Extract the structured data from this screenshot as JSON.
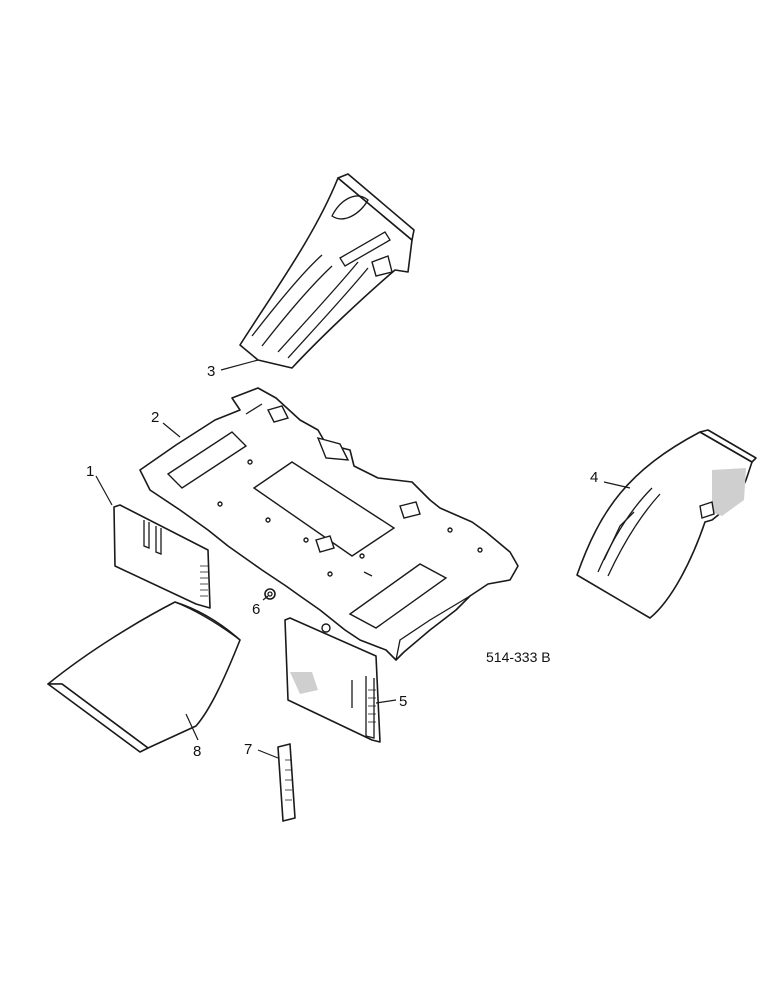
{
  "callouts": {
    "c1": "1",
    "c2": "2",
    "c3": "3",
    "c4": "4",
    "c5": "5",
    "c6": "6",
    "c7": "7",
    "c8": "8"
  },
  "reference_code": "514-333 B"
}
